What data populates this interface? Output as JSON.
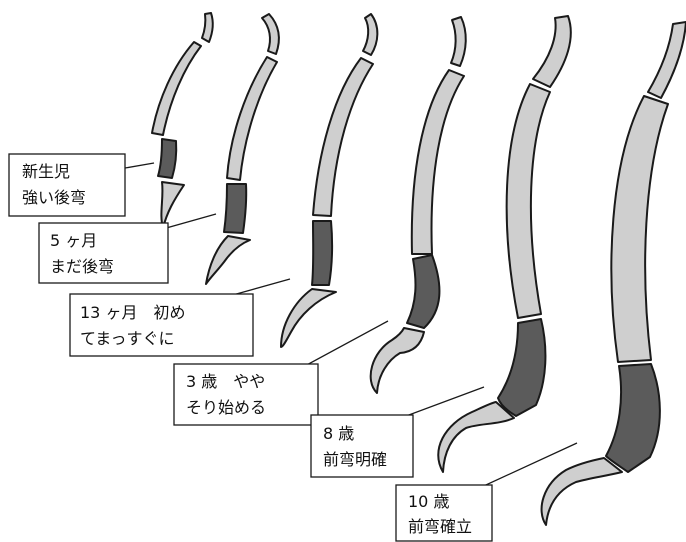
{
  "labels": [
    {
      "id": "newborn",
      "lines": [
        "新生児",
        "強い後弯"
      ]
    },
    {
      "id": "5months",
      "lines": [
        "5 ヶ月",
        "まだ後弯"
      ]
    },
    {
      "id": "13months",
      "lines": [
        "13 ヶ月　初め",
        "てまっすぐに"
      ]
    },
    {
      "id": "3years",
      "lines": [
        "3 歳　やや",
        "そり始める"
      ]
    },
    {
      "id": "8years",
      "lines": [
        "8 歳",
        "前弯明確"
      ]
    },
    {
      "id": "10years",
      "lines": [
        "10 歳",
        "前弯確立"
      ]
    }
  ],
  "colors": {
    "thoracic": "#cfcfcf",
    "lumbar": "#5b5b5b",
    "outline": "#1a1a1a"
  }
}
